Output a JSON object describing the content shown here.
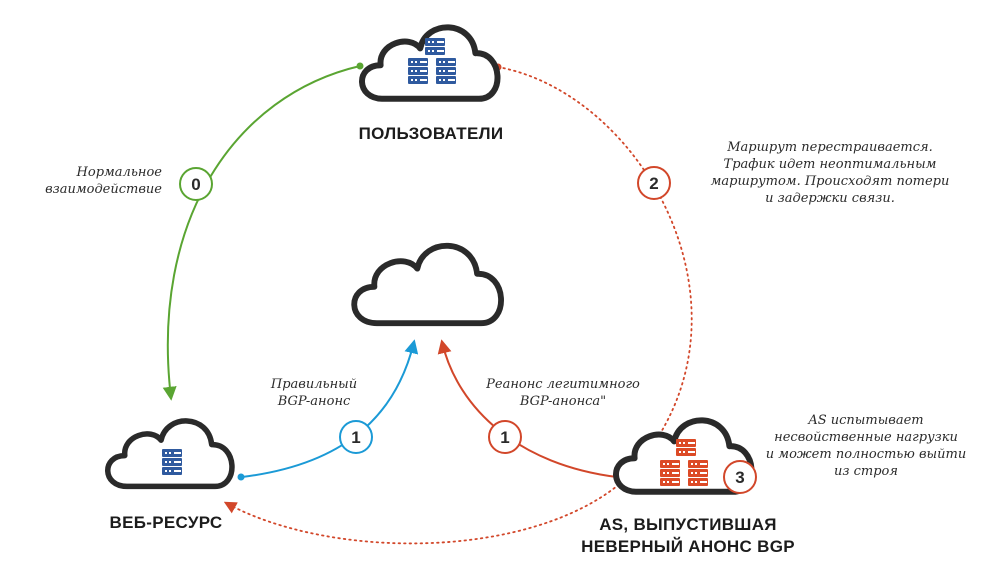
{
  "nodes": {
    "users": {
      "title": "ПОЛЬЗОВАТЕЛИ",
      "icon": "server-rack-icon"
    },
    "web": {
      "title": "ВЕБ-РЕСУРС",
      "icon": "server-rack-icon"
    },
    "bad_as": {
      "title_line1": "AS, ВЫПУСТИВШАЯ",
      "title_line2": "НЕВЕРНЫЙ АНОНС BGP",
      "icon": "server-rack-icon"
    },
    "internet": {
      "icon": "cloud-icon"
    }
  },
  "steps": {
    "normal": {
      "number": "0",
      "text_line1": "Нормальное",
      "text_line2": "взаимодействие"
    },
    "correct": {
      "number": "1",
      "text_line1": "Правильный",
      "text_line2": "BGP-анонс"
    },
    "reannounce": {
      "number": "1",
      "text_line1": "Реанонс легитимного",
      "text_line2": "BGP-анонса\""
    },
    "reroute": {
      "number": "2",
      "text_line1": "Маршрут перестраивается.",
      "text_line2": "Трафик идет неоптимальным",
      "text_line3": "маршрутом. Происходят потери",
      "text_line4": "и задержки связи."
    },
    "overload": {
      "number": "3",
      "text_line1": "AS испытывает",
      "text_line2": "несвойственные нагрузки",
      "text_line3": "и может полностью выйти",
      "text_line4": "из строя"
    }
  },
  "colors": {
    "outline": "#2a2a2a",
    "green": "#5aa532",
    "blue": "#1b9ad6",
    "red": "#d2472a",
    "server_blue": "#2f5a9f",
    "server_red": "#dc4a26"
  }
}
